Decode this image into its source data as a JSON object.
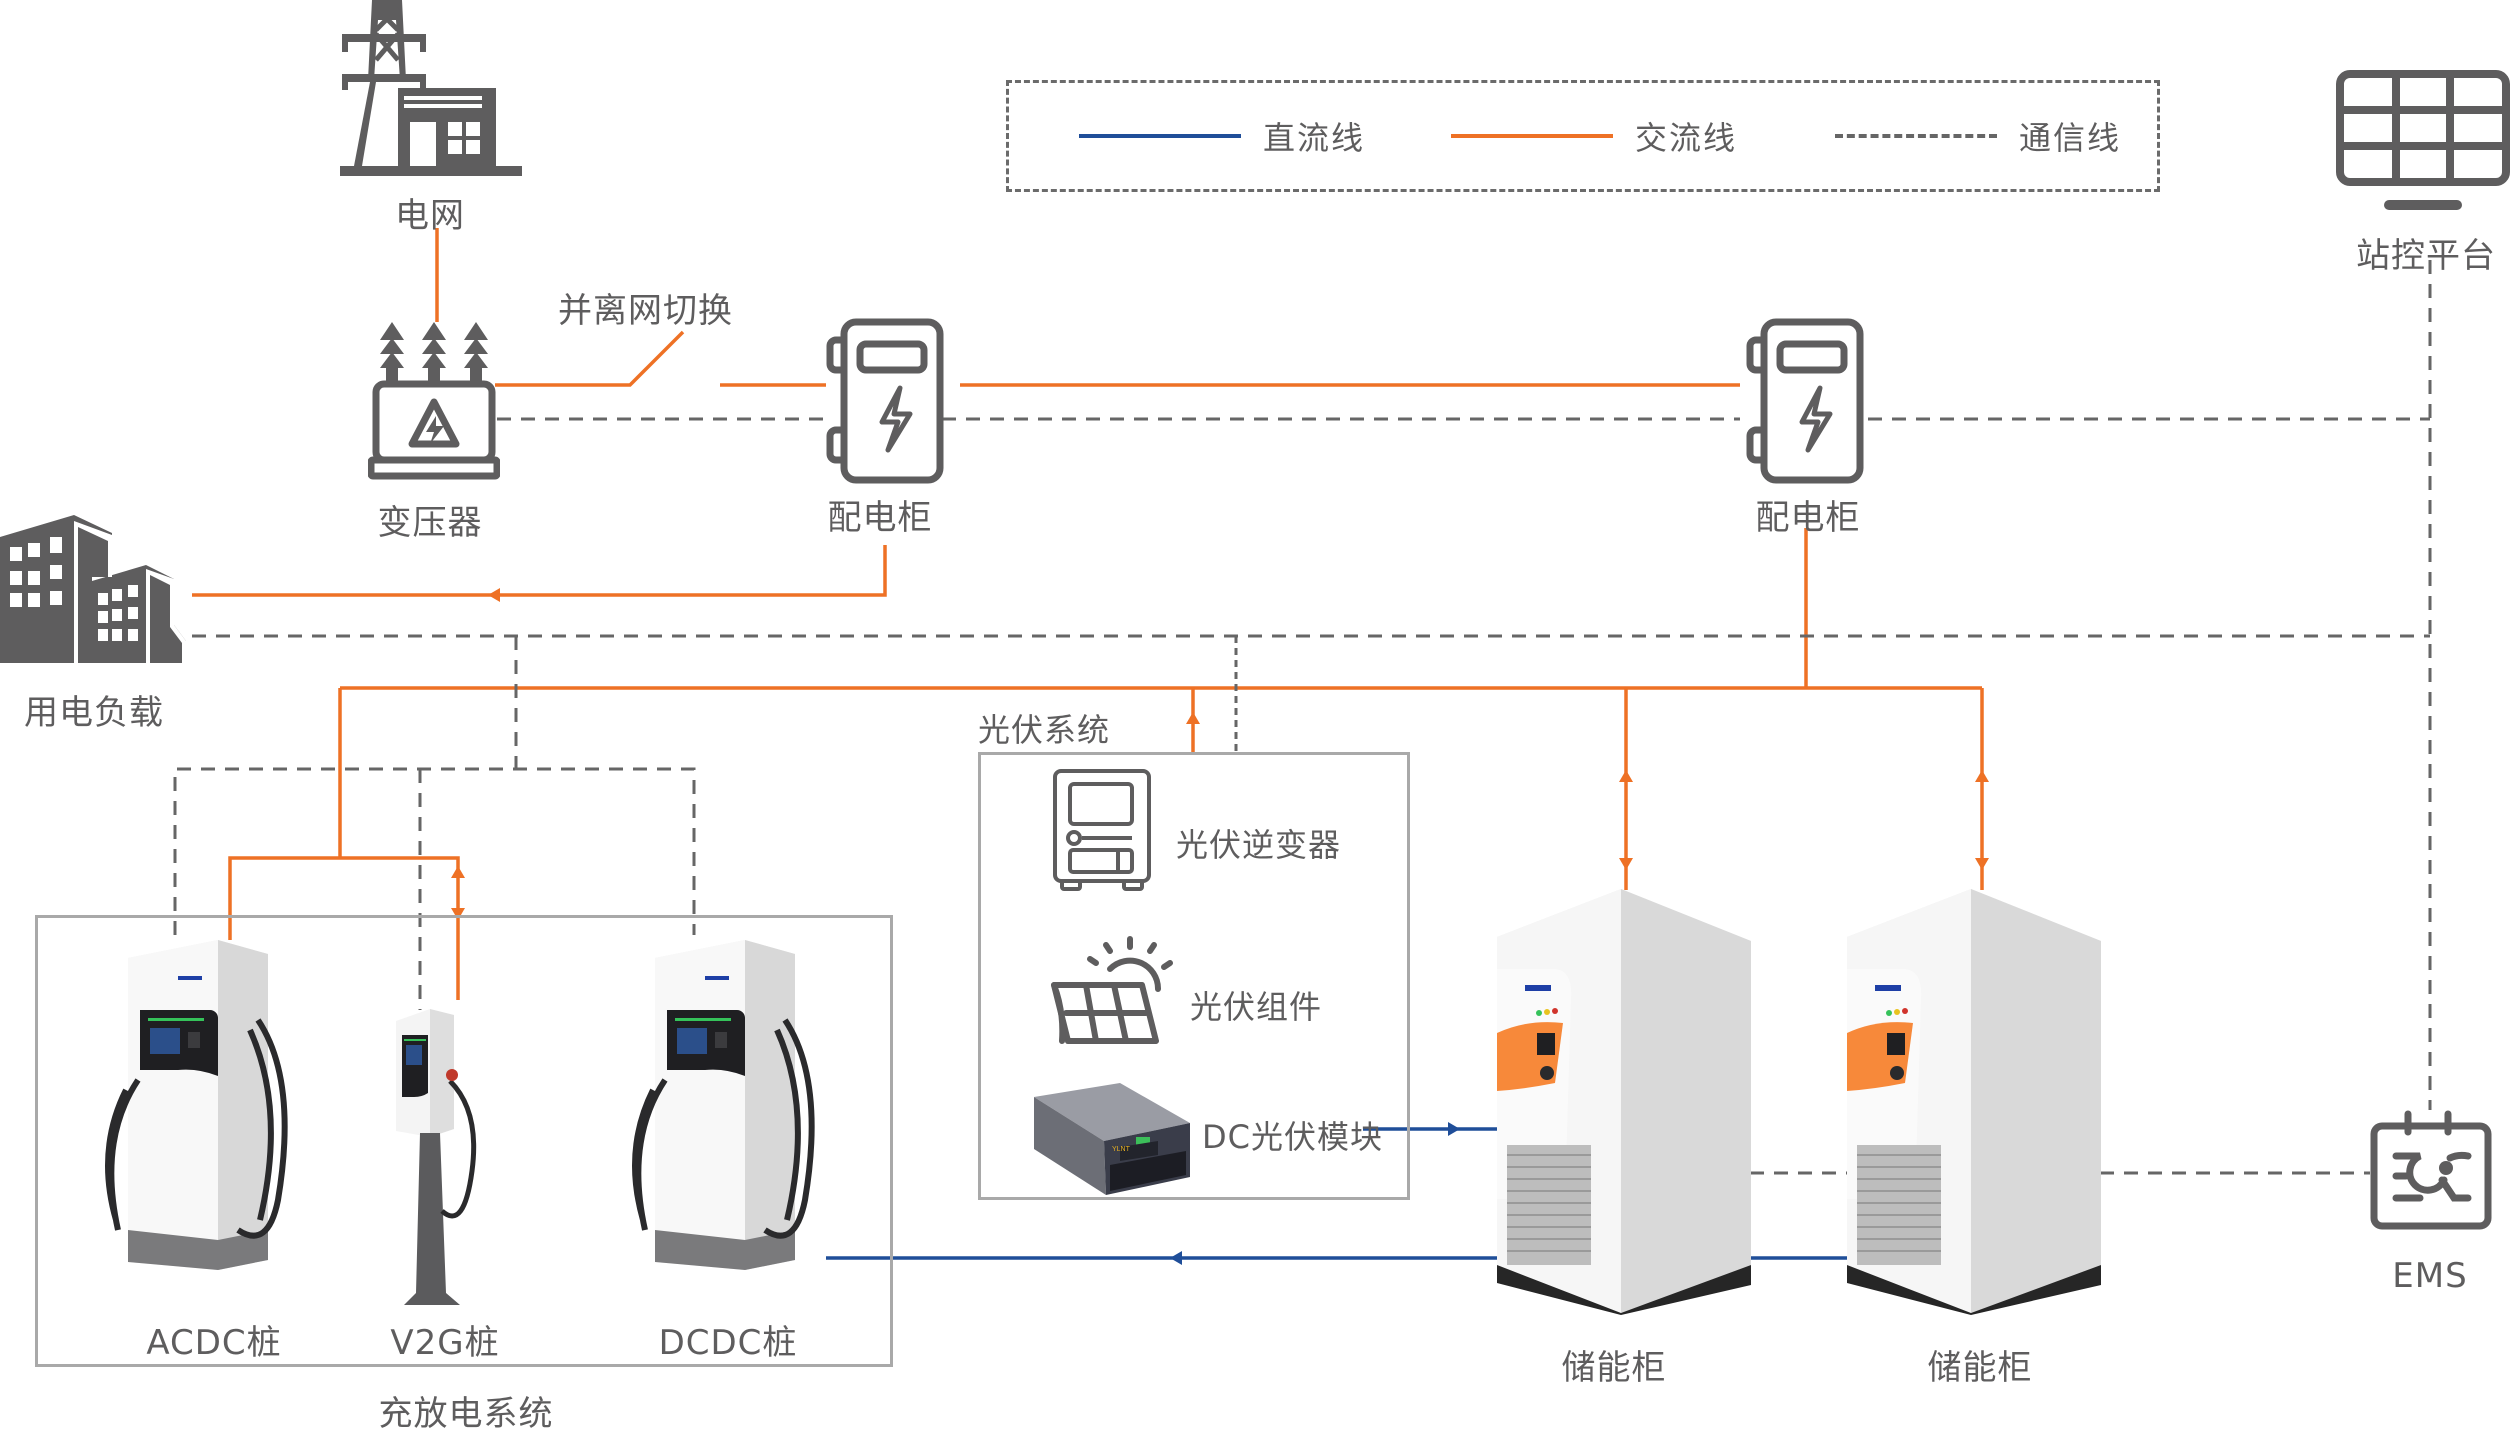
{
  "colors": {
    "dc_line": "#1f4e99",
    "ac_line": "#ee7125",
    "comm_line": "#666666",
    "icon_gray": "#5e5d5e",
    "group_border": "#a9a9a9",
    "cabinet_orange": "#f7893a"
  },
  "legend": {
    "items": [
      {
        "label": "直流线",
        "style": "solid",
        "color": "#1f4e99"
      },
      {
        "label": "交流线",
        "style": "solid",
        "color": "#ee7125"
      },
      {
        "label": "通信线",
        "style": "dashed",
        "color": "#666666"
      }
    ]
  },
  "nodes": {
    "grid": {
      "label": "电网",
      "icon": "power-tower-substation-icon"
    },
    "transformer": {
      "label": "变压器",
      "icon": "transformer-icon"
    },
    "switch": {
      "label": "并离网切换",
      "icon": "switch-icon"
    },
    "distribution_left": {
      "label": "配电柜",
      "icon": "distribution-cabinet-icon"
    },
    "distribution_right": {
      "label": "配电柜",
      "icon": "distribution-cabinet-icon"
    },
    "station_control": {
      "label": "站控平台",
      "icon": "monitor-grid-icon"
    },
    "load": {
      "label": "用电负载",
      "icon": "buildings-icon"
    },
    "ems": {
      "label": "EMS",
      "icon": "ems-controller-icon"
    },
    "storage_1": {
      "label": "储能柜",
      "icon": "storage-cabinet-image"
    },
    "storage_2": {
      "label": "储能柜",
      "icon": "storage-cabinet-image"
    }
  },
  "pv_system": {
    "title": "光伏系统",
    "items": [
      {
        "label": "光伏逆变器",
        "icon": "pv-inverter-icon"
      },
      {
        "label": "光伏组件",
        "icon": "solar-panel-sun-icon"
      },
      {
        "label": "DC光伏模块",
        "icon": "dc-pv-module-image"
      }
    ]
  },
  "charging_system": {
    "title": "充放电系统",
    "items": [
      {
        "label": "ACDC桩",
        "icon": "acdc-charger-image"
      },
      {
        "label": "V2G桩",
        "icon": "v2g-charger-image"
      },
      {
        "label": "DCDC桩",
        "icon": "dcdc-charger-image"
      }
    ]
  }
}
